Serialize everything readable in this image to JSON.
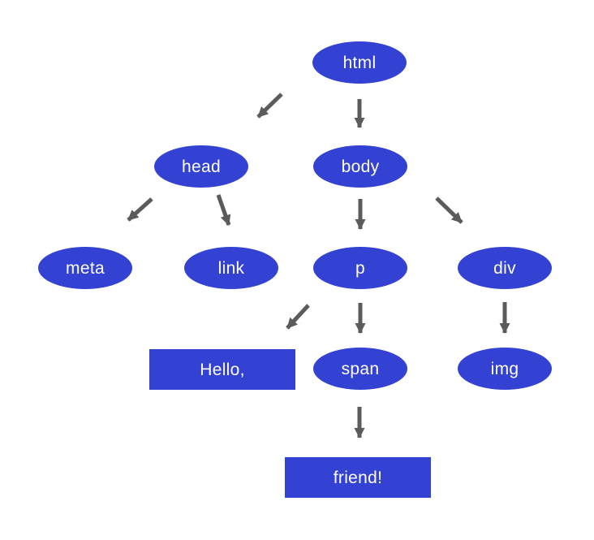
{
  "diagram": {
    "background": "#ffffff",
    "colors": {
      "node_fill": "#3342d3",
      "node_text": "#ffffff",
      "arrow": "#5b5b5b"
    },
    "nodes": {
      "html": {
        "label": "html",
        "shape": "ellipse"
      },
      "head": {
        "label": "head",
        "shape": "ellipse"
      },
      "body": {
        "label": "body",
        "shape": "ellipse"
      },
      "meta": {
        "label": "meta",
        "shape": "ellipse"
      },
      "link": {
        "label": "link",
        "shape": "ellipse"
      },
      "p": {
        "label": "p",
        "shape": "ellipse"
      },
      "div": {
        "label": "div",
        "shape": "ellipse"
      },
      "span": {
        "label": "span",
        "shape": "ellipse"
      },
      "img": {
        "label": "img",
        "shape": "ellipse"
      },
      "hello": {
        "label": "Hello,",
        "shape": "rectangle"
      },
      "friend": {
        "label": "friend!",
        "shape": "rectangle"
      }
    },
    "edges": [
      {
        "from": "html",
        "to": "head"
      },
      {
        "from": "html",
        "to": "body"
      },
      {
        "from": "head",
        "to": "meta"
      },
      {
        "from": "head",
        "to": "link"
      },
      {
        "from": "body",
        "to": "p"
      },
      {
        "from": "body",
        "to": "div"
      },
      {
        "from": "p",
        "to": "hello"
      },
      {
        "from": "p",
        "to": "span"
      },
      {
        "from": "div",
        "to": "img"
      },
      {
        "from": "span",
        "to": "friend"
      }
    ]
  }
}
